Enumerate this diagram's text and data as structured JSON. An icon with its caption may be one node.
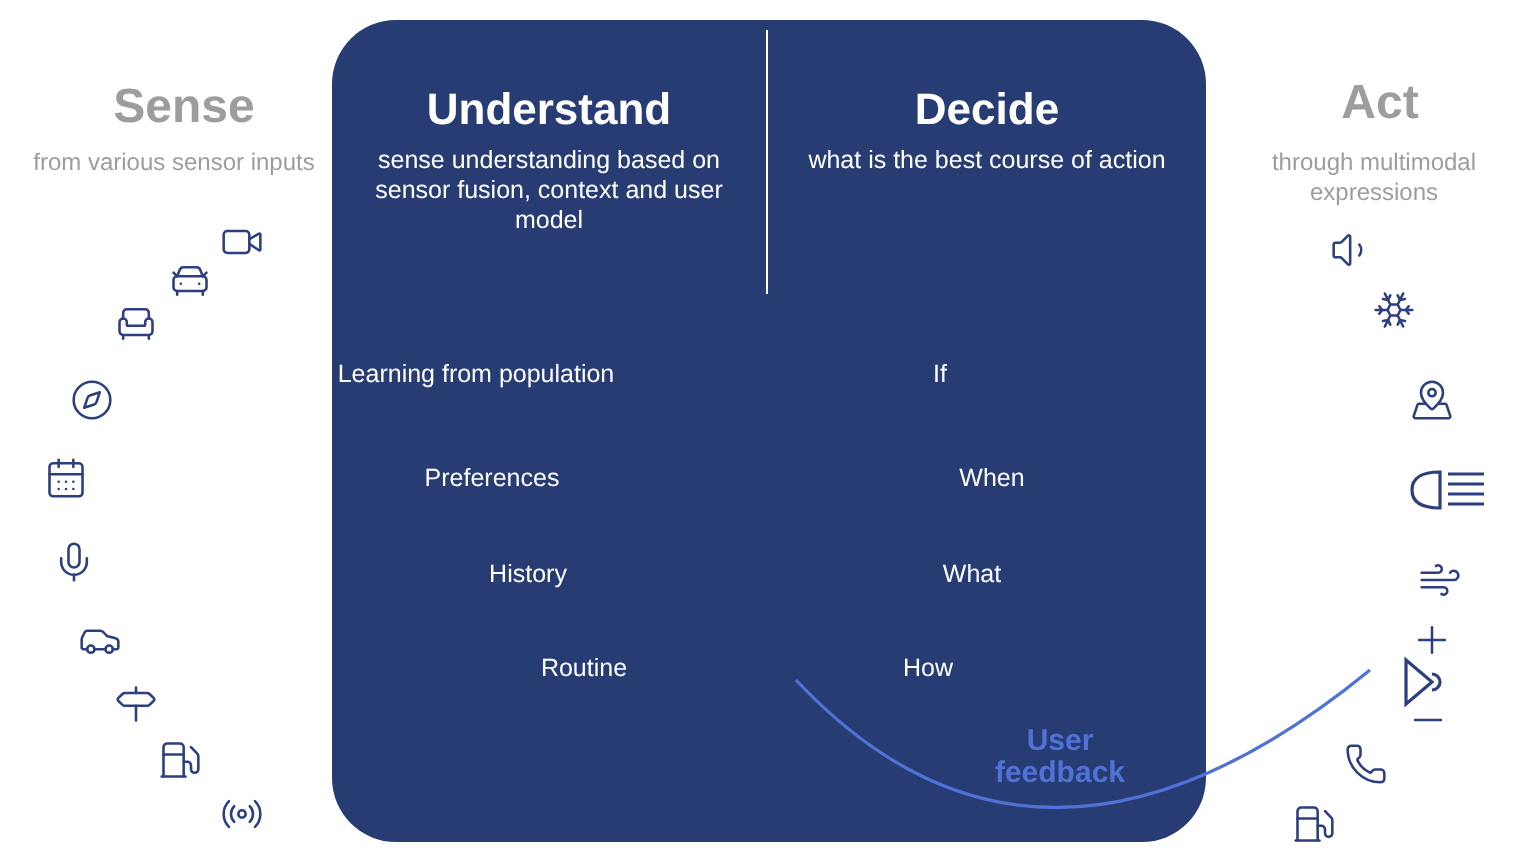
{
  "diagram": {
    "nodes": [
      {
        "text": [
          "Understand",
          "sense understanding based on sensor fusion, context and user model",
          "Decide",
          "what is the best course of action"
        ]
      }
    ],
    "labels": [
      "Sense",
      "from various sensor inputs",
      "Act",
      "through multimodal expressions",
      "Learning from population",
      "If",
      "Preferences",
      "When",
      "History",
      "What",
      "Routine",
      "How",
      "User feedback"
    ]
  }
}
